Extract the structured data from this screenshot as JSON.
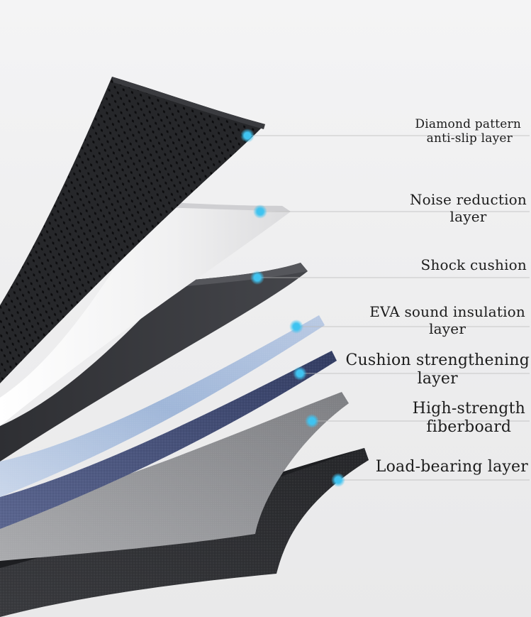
{
  "colors": {
    "background": "#efeff0",
    "marker": "#3fc3f0",
    "leader_line": "#b9b9b9",
    "label_text": "#1c1c1c"
  },
  "layers": [
    {
      "id": "diamond",
      "name": "diamond-pattern-layer",
      "label_lines": [
        "Diamond pattern",
        "anti-slip layer"
      ],
      "color": "#2a2a2d"
    },
    {
      "id": "noise",
      "name": "noise-reduction-layer",
      "label_lines": [
        "Noise reduction",
        "layer"
      ],
      "color": "#eeeeef"
    },
    {
      "id": "shock",
      "name": "shock-cushion-layer",
      "label_lines": [
        "Shock cushion"
      ],
      "color": "#38393d"
    },
    {
      "id": "eva",
      "name": "eva-sound-insulation-layer",
      "label_lines": [
        "EVA sound insulation",
        "layer"
      ],
      "color": "#a8bedc"
    },
    {
      "id": "cushion",
      "name": "cushion-strengthening-layer",
      "label_lines": [
        "Cushion strengthening",
        "layer"
      ],
      "color": "#3f4a73"
    },
    {
      "id": "fiber",
      "name": "high-strength-fiberboard-layer",
      "label_lines": [
        "High-strength",
        "fiberboard"
      ],
      "color": "#8c8d91"
    },
    {
      "id": "load",
      "name": "load-bearing-layer",
      "label_lines": [
        "Load-bearing layer"
      ],
      "color": "#2f3034"
    }
  ]
}
